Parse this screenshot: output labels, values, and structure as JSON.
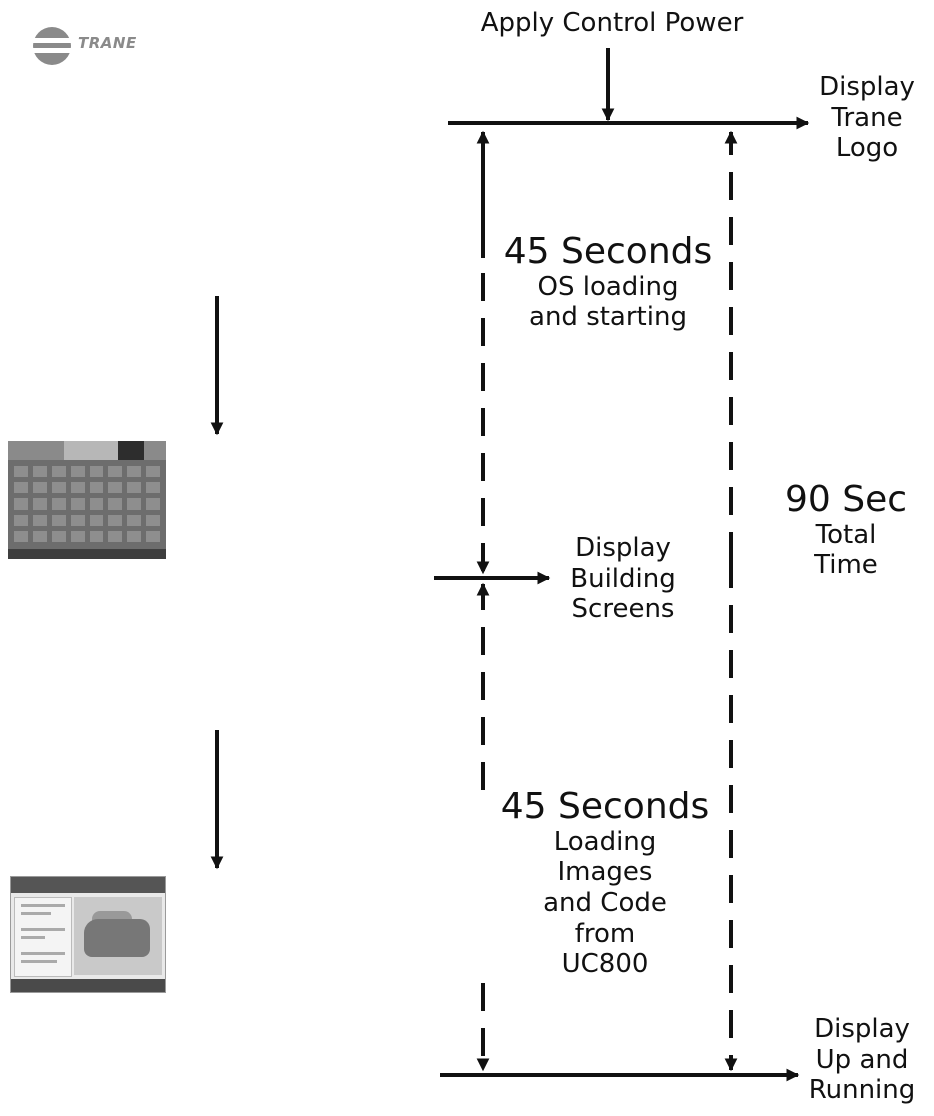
{
  "logo": {
    "text": "TRANE",
    "name": "trane-logo"
  },
  "labels": {
    "apply_power": "Apply Control Power",
    "display_logo": [
      "Display",
      "Trane",
      "Logo"
    ],
    "phase1_time": "45 Seconds",
    "phase1_desc": [
      "OS loading",
      "and starting"
    ],
    "display_building": [
      "Display",
      "Building",
      "Screens"
    ],
    "total_time": "90 Sec",
    "total_label": [
      "Total",
      "Time"
    ],
    "phase2_time": "45 Seconds",
    "phase2_desc": [
      "Loading",
      "Images",
      "and Code",
      "from",
      "UC800"
    ],
    "display_running": [
      "Display",
      "Up and",
      "Running"
    ]
  },
  "thumbnails": [
    {
      "name": "building-screen-thumbnail"
    },
    {
      "name": "running-screen-thumbnail"
    }
  ],
  "colors": {
    "line": "#111111",
    "logo_gray": "#8a8a8a"
  }
}
